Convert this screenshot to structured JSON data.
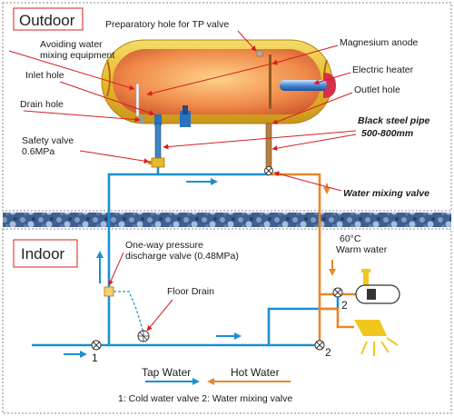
{
  "outdoor": {
    "title": "Outdoor"
  },
  "indoor": {
    "title": "Indoor"
  },
  "labels": {
    "tp_valve": "Preparatory hole for TP valve",
    "avoid_mixing_1": "Avoiding water",
    "avoid_mixing_2": "mixing equipment",
    "inlet_hole": "Inlet hole",
    "drain_hole": "Drain hole",
    "safety_valve_1": "Safety valve",
    "safety_valve_2": "0.6MPa",
    "magnesium_anode": "Magnesium anode",
    "electric_heater": "Electric heater",
    "outlet_hole": "Outlet hole",
    "black_pipe_1": "Black steel pipe",
    "black_pipe_2": "500-800mm",
    "water_mixing_valve": "Water mixing valve",
    "one_way_1": "One-way pressure",
    "one_way_2": "discharge valve (0.48MPa)",
    "floor_drain": "Floor Drain",
    "temp": "60°C",
    "warm_water": "Warm water",
    "num1": "1",
    "num2a": "2",
    "num2b": "2"
  },
  "legend": {
    "tap_water": "Tap Water",
    "hot_water": "Hot Water",
    "valves": "1: Cold water valve   2: Water mixing valve"
  },
  "colors": {
    "cold_pipe": "#1b8fd0",
    "hot_pipe": "#e8872a",
    "tank_outer": "#e8c23a",
    "tank_inner": "#e06a3c",
    "red_callout": "#d81e1e",
    "wall": "#4a6a9a"
  }
}
